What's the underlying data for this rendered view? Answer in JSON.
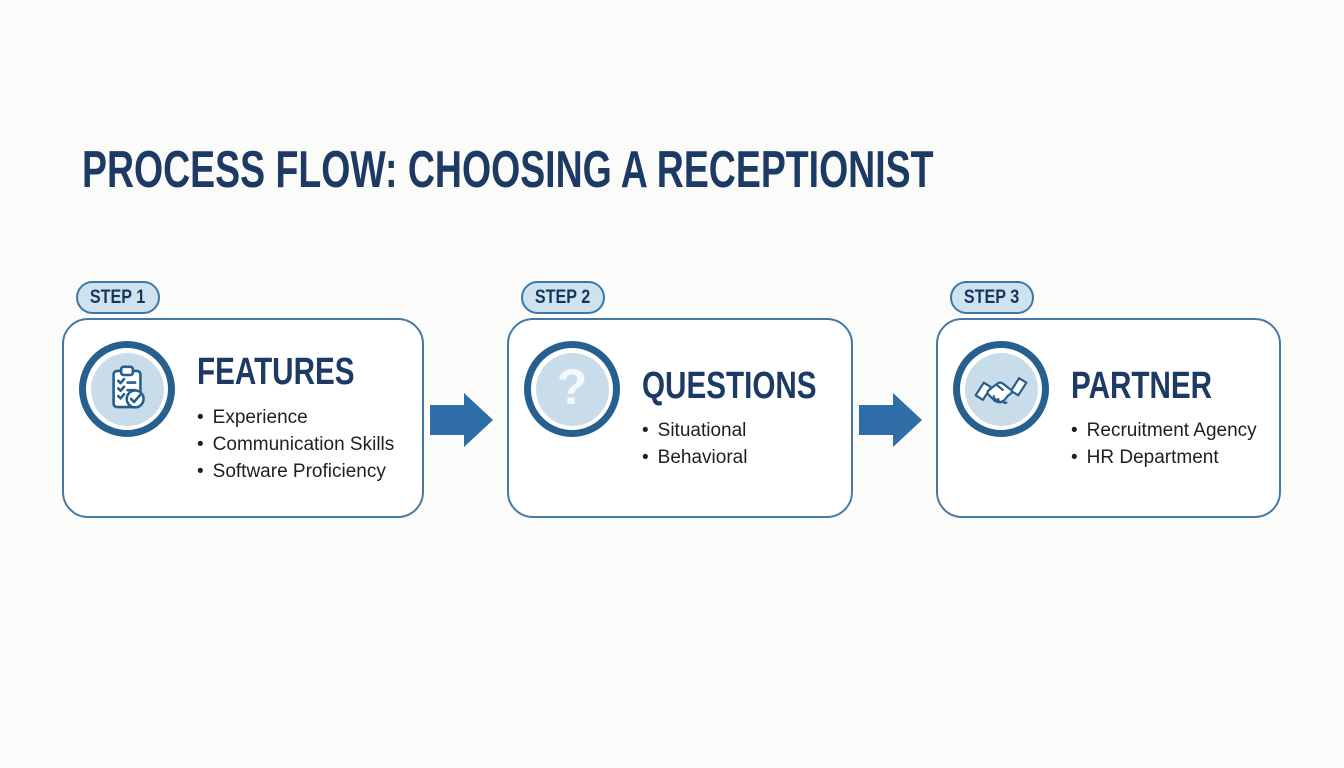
{
  "page": {
    "title": "PROCESS FLOW: CHOOSING A RECEPTIONIST"
  },
  "colors": {
    "background": "#fbfbf9",
    "title_navy": "#1c3a63",
    "box_border": "#4579a5",
    "badge_background": "#cfe2f0",
    "badge_border": "#3c78a6",
    "icon_ring": "#27608f",
    "icon_fill": "#c9dcea",
    "arrow_blue": "#2e6da6",
    "bullet_text": "#1f1f1f"
  },
  "icons": {
    "question_glyph": "?"
  },
  "steps": [
    {
      "badge": "STEP 1",
      "title": "FEATURES",
      "icon": "clipboard-checklist-icon",
      "items": [
        "Experience",
        "Communication Skills",
        "Software Proficiency"
      ]
    },
    {
      "badge": "STEP 2",
      "title": "QUESTIONS",
      "icon": "question-mark-icon",
      "items": [
        "Situational",
        "Behavioral"
      ]
    },
    {
      "badge": "STEP 3",
      "title": "PARTNER",
      "icon": "handshake-icon",
      "items": [
        "Recruitment Agency",
        "HR Department"
      ]
    }
  ]
}
